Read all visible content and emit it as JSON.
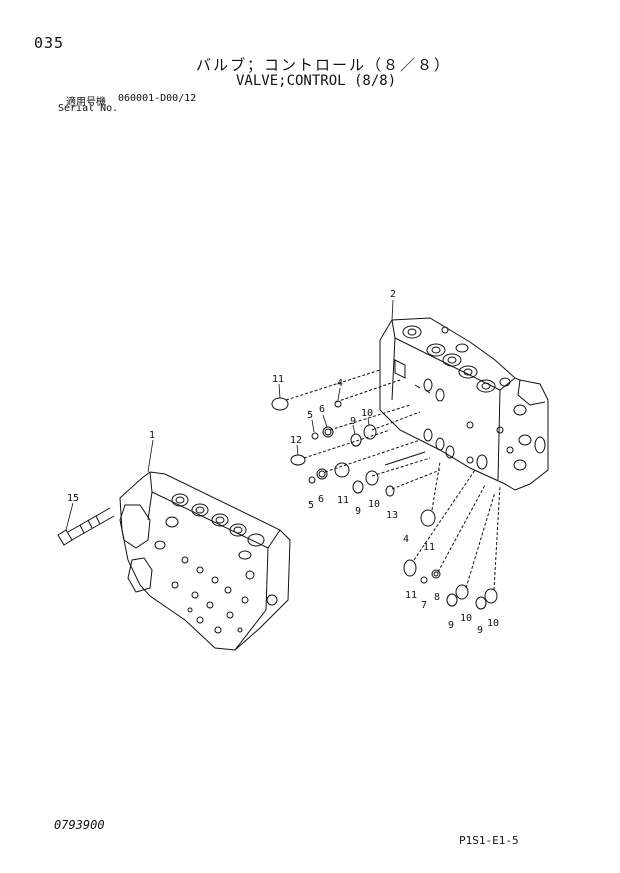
{
  "header": {
    "page_number": "035",
    "title_jp": "バルブ；コントロール（８／８）",
    "title_en": "VALVE;CONTROL (8/8)",
    "serial_label_jp": "適用号機",
    "serial_label_en": "Serial No.",
    "serial_range": "060001-D00/12"
  },
  "footer": {
    "drawing_number": "0793900",
    "sheet_code": "P1S1-E1-5"
  },
  "callouts": {
    "c1": "1",
    "c2": "2",
    "c15": "15",
    "c11a": "11",
    "c4a": "4",
    "c5a": "5",
    "c6a": "6",
    "c9a": "9",
    "c10a": "10",
    "c12": "12",
    "c5b": "5",
    "c6b": "6",
    "c11b": "11",
    "c9b": "9",
    "c10b": "10",
    "c13": "13",
    "c4b": "4",
    "c11c": "11",
    "c11d": "11",
    "c7": "7",
    "c8": "8",
    "c9c": "9",
    "c10c": "10",
    "c9d": "9",
    "c10d": "10"
  }
}
